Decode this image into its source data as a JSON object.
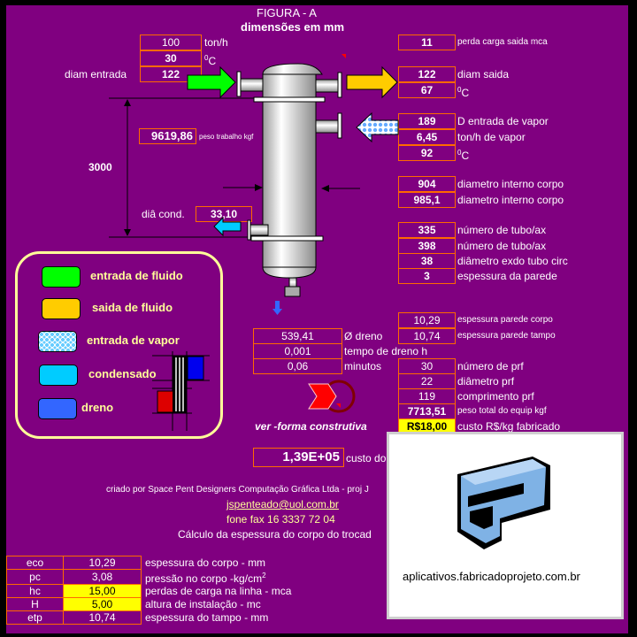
{
  "header": {
    "figure": "FIGURA - A",
    "subtitle": "dimensões em mm"
  },
  "inlet": {
    "flow": "100",
    "flow_unit": "ton/h",
    "temp": "30",
    "temp_unit": "0C",
    "diam": "122",
    "diam_label": "diam entrada"
  },
  "outlet": {
    "loss": "11",
    "loss_label": "perda  carga  saida mca",
    "diam": "122",
    "diam_label": "diam saida",
    "temp": "67",
    "temp_unit": "0C"
  },
  "steam": {
    "diam": "189",
    "diam_label": "D entrada de vapor",
    "flow": "6,45",
    "flow_label": "ton/h de vapor",
    "temp": "92",
    "temp_unit": "0C"
  },
  "work_weight": {
    "value": "9619,86",
    "label": "peso trabalho kgf"
  },
  "height_dim": "3000",
  "condensate": {
    "label": "diâ cond.",
    "value": "33,10"
  },
  "body": [
    {
      "value": "904",
      "label": "diametro interno corpo"
    },
    {
      "value": "985,1",
      "label": "diametro interno corpo"
    }
  ],
  "tubes": [
    {
      "value": "335",
      "label": "número de tubo/ax"
    },
    {
      "value": "398",
      "label": "número de tubo/ax"
    },
    {
      "value": "38",
      "label": "diâmetro exdo tubo circ"
    },
    {
      "value": "3",
      "label": "espessura da parede"
    }
  ],
  "legend": [
    {
      "label": "entrada de fluido",
      "color": "#00ff00"
    },
    {
      "label": "saida de fluido",
      "color": "#ffcc00"
    },
    {
      "label": "entrada de vapor",
      "color": "#99ccff"
    },
    {
      "label": "condensado",
      "color": "#00ccff"
    },
    {
      "label": "dreno",
      "color": "#3366ff"
    }
  ],
  "thickness": [
    {
      "value": "10,29",
      "label": "espessura parede corpo"
    },
    {
      "value": "10,74",
      "label": "espessura  parede  tampo"
    }
  ],
  "drain": [
    {
      "value": "539,41",
      "label": "Ø dreno"
    },
    {
      "value": "0,001",
      "label": "tempo de dreno h"
    },
    {
      "value": "0,06",
      "label": "minutos"
    }
  ],
  "baffles": [
    {
      "value": "30",
      "label": "número de prf"
    },
    {
      "value": "22",
      "label": "diâmetro prf"
    },
    {
      "value": "119",
      "label": "comprimento  prf"
    }
  ],
  "total_weight": {
    "value": "7713,51",
    "label": "peso total do equip kgf"
  },
  "cost_per_kg": {
    "value": "R$18,00",
    "label": "custo R$/kg fabricado"
  },
  "total_cost": {
    "value": "1,39E+05",
    "label": "custo do"
  },
  "construct_link": "ver -forma construtiva",
  "credits": {
    "created_by": "criado por Space Pent Designers Computação Gráfica Ltda - proj J",
    "email": "jspenteado@uol.com.br",
    "phone": "fone fax  16 3337 72 04",
    "calc_title": "Cálculo da espessura do corpo do trocad"
  },
  "calc_table": [
    {
      "key": "eco",
      "value": "10,29",
      "desc": "espessura do corpo - mm",
      "highlight": false
    },
    {
      "key": "pc",
      "value": "3,08",
      "desc": "pressão no corpo -kg/cm",
      "sup": "2",
      "highlight": false
    },
    {
      "key": "hc",
      "value": "15,00",
      "desc": "perdas de carga na linha - mca",
      "highlight": true
    },
    {
      "key": "H",
      "value": "5,00",
      "desc": "altura de instalação - mc",
      "highlight": true
    },
    {
      "key": "etp",
      "value": "10,74",
      "desc": "espessura do tampo - mm",
      "highlight": false
    }
  ],
  "logo": {
    "url_text": "aplicativos.fabricadoprojeto.com.br"
  }
}
